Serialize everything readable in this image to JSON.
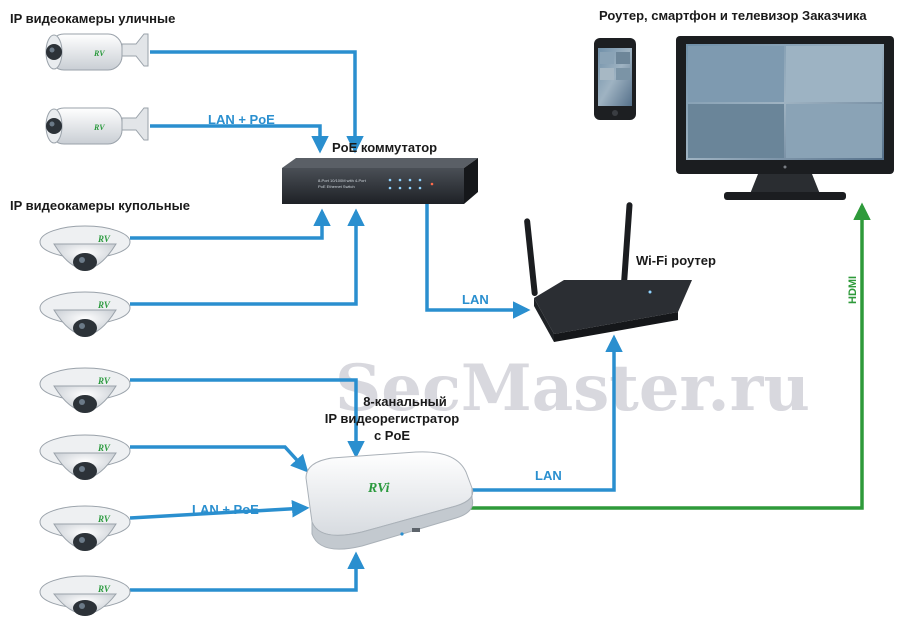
{
  "labels": {
    "street_cameras": "IP видеокамеры уличные",
    "dome_cameras": "IP видеокамеры купольные",
    "poe_switch": "PoE коммутатор",
    "wifi_router": "Wi-Fi роутер",
    "customer_devices": "Роутер, смартфон и телевизор Заказчика",
    "nvr_line1": "8-канальный",
    "nvr_line2": "IP видеорегистратор",
    "nvr_line3": "с PoE",
    "link_lan_poe_top": "LAN + PoE",
    "link_lan_poe_bottom": "LAN + PoE",
    "link_lan_switch_router": "LAN",
    "link_lan_nvr_router": "LAN",
    "link_hdmi": "HDMI"
  },
  "watermark": "SecMaster.ru",
  "devices": {
    "camera_brand": "RV",
    "nvr_brand": "RVi",
    "switch_print_1": "8-Port 10/100M with 4-Port",
    "switch_print_2": "PoE Ethernet Switch"
  },
  "colors": {
    "lan_line": "#2a8fcf",
    "hdmi_line": "#2e9a3a",
    "label_text": "#1a1a1a",
    "watermark": "#b9b9c4"
  },
  "icons": [
    "street-camera-icon",
    "dome-camera-icon",
    "poe-switch-icon",
    "wifi-router-icon",
    "smartphone-icon",
    "monitor-icon",
    "nvr-icon"
  ]
}
